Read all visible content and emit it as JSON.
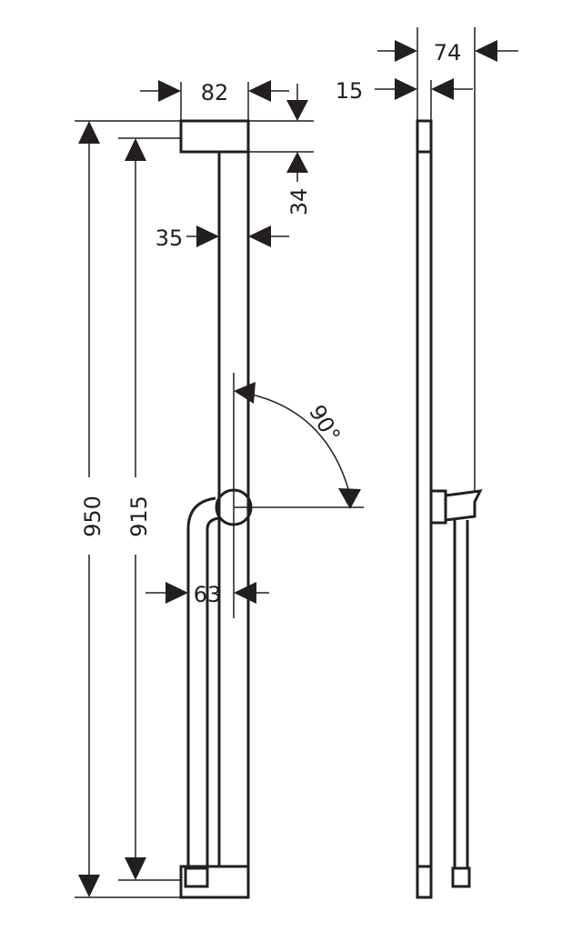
{
  "drawing": {
    "front_view": {
      "dim_width_top": "82",
      "dim_top_offset": "34",
      "dim_bar_width": "35",
      "dim_total_height": "950",
      "dim_bar_height": "915",
      "dim_slider_width": "63",
      "dim_angle": "90°"
    },
    "side_view": {
      "dim_depth": "74",
      "dim_rail_thickness": "15"
    }
  }
}
